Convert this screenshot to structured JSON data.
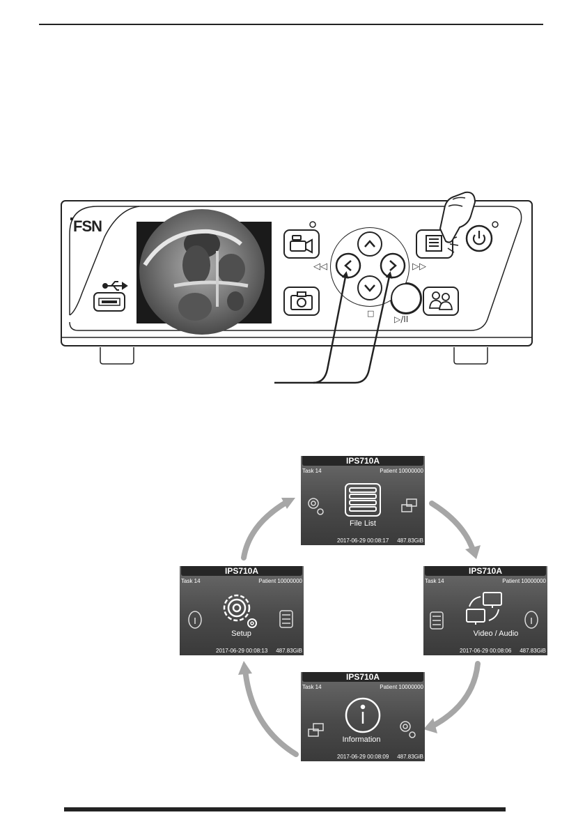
{
  "device": {
    "logo": "FSN",
    "usb_symbol": "usb-icon",
    "buttons": {
      "video": "camcorder-icon",
      "photo": "camera-icon",
      "menu": "menu-list-icon",
      "patient": "patient-icon",
      "power": "power-icon",
      "up": "chevron-up-icon",
      "down": "chevron-down-icon",
      "left": "chevron-left-icon",
      "right": "chevron-right-icon"
    },
    "label_rewind": "◁◁",
    "label_forward": "▷▷",
    "label_stop": "□",
    "label_play_pause": "▷/II"
  },
  "screens": {
    "file_list": {
      "title": "IPS710A",
      "task": "Task 14",
      "patient": "Patient 10000000",
      "label": "File List",
      "timestamp": "2017-06-29  00:08:17",
      "storage": "487.83GiB"
    },
    "video_audio": {
      "title": "IPS710A",
      "task": "Task 14",
      "patient": "Patient 10000000",
      "label": "Video / Audio",
      "timestamp": "2017-06-29  00:08:06",
      "storage": "487.83GiB"
    },
    "information": {
      "title": "IPS710A",
      "task": "Task 14",
      "patient": "Patient 10000000",
      "label": "Information",
      "timestamp": "2017-06-29  00:08:09",
      "storage": "487.83GiB"
    },
    "setup": {
      "title": "IPS710A",
      "task": "Task 14",
      "patient": "Patient 10000000",
      "label": "Setup",
      "timestamp": "2017-06-29  00:08:13",
      "storage": "487.83GiB"
    }
  }
}
